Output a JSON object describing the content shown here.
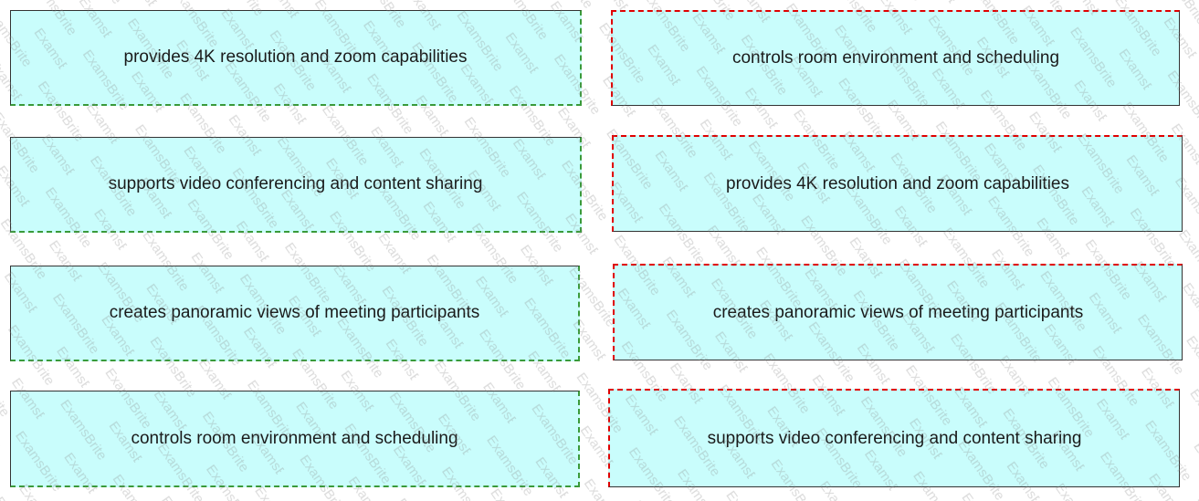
{
  "watermark": "ExamsBrite",
  "left_items": [
    "provides 4K resolution and zoom capabilities",
    "supports video conferencing and content sharing",
    "creates panoramic views of meeting participants",
    "controls room environment and scheduling"
  ],
  "right_items": [
    "controls room environment and scheduling",
    "provides 4K resolution and zoom capabilities",
    "creates panoramic views of meeting participants",
    "supports video conferencing and content sharing"
  ]
}
